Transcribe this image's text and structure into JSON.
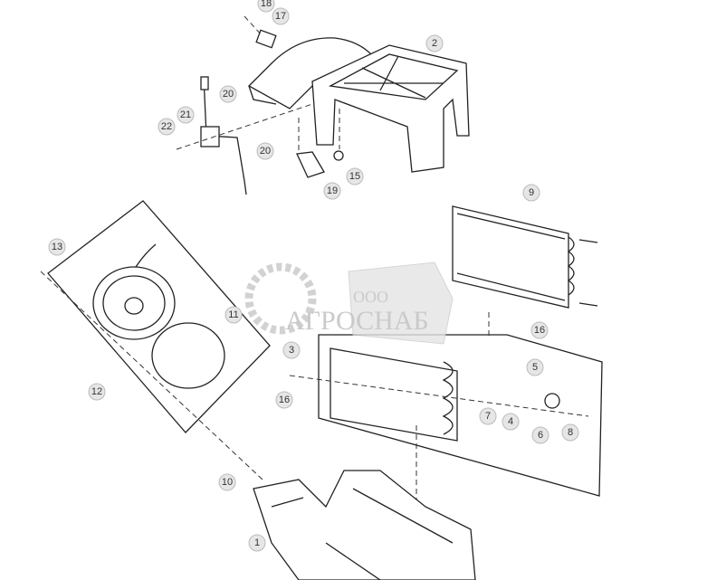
{
  "diagram": {
    "callouts": [
      "18",
      "17",
      "2",
      "20",
      "21",
      "22",
      "20",
      "15",
      "19",
      "9",
      "13",
      "11",
      "16",
      "3",
      "5",
      "16",
      "12",
      "7",
      "4",
      "6",
      "8",
      "10",
      "1"
    ]
  },
  "watermark": {
    "prefix": "ООО",
    "name": "АГРОСНАБ",
    "color": "#bdbdbd"
  }
}
